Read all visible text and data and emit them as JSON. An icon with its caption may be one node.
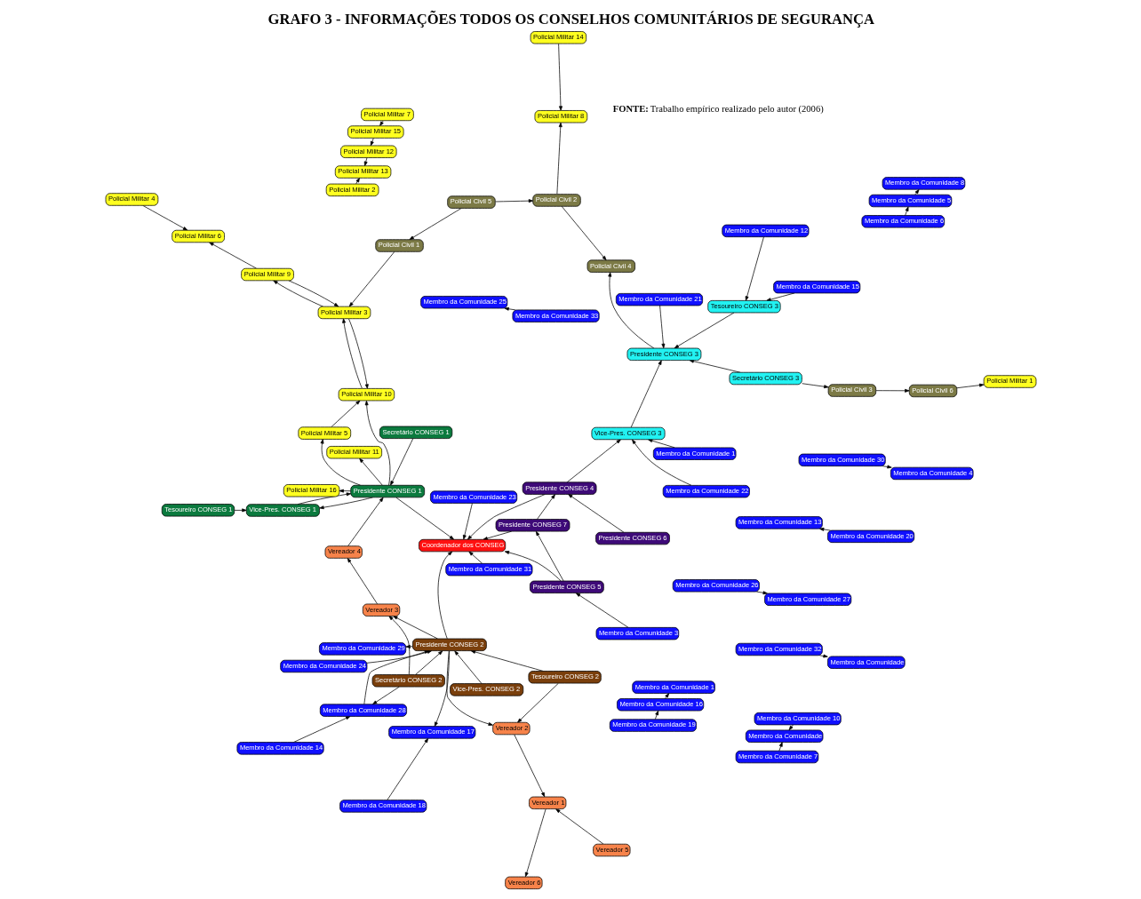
{
  "diagram": {
    "title": "GRAFO 3 - INFORMAÇÕES TODOS OS CONSELHOS COMUNITÁRIOS DE SEGURANÇA",
    "caption": "**FONTE:** Trabalho empírico realizado pelo autor (2006)",
    "nodes": [
      {
        "text": [
          "Presidente CONSEG 2"
        ]
      },
      {
        "text": [
          "Tesoureiro CONSEG 2"
        ]
      },
      {
        "text": [
          "Vice-Pres. CONSEG 2"
        ]
      },
      {
        "text": [
          "Secretário CONSEG 2"
        ]
      },
      {
        "text": [
          "Vereador 5"
        ]
      },
      {
        "text": [
          "Vereador 1"
        ]
      },
      {
        "text": [
          "Vereador 6"
        ]
      },
      {
        "text": [
          "Vereador 2"
        ]
      },
      {
        "text": [
          "Vereador 3"
        ]
      },
      {
        "text": [
          "Vereador 4"
        ]
      },
      {
        "text": [
          "Tesoureiro CONSEG 1"
        ]
      },
      {
        "text": [
          "Vice-Pres. CONSEG 1"
        ]
      },
      {
        "text": [
          "Secretário CONSEG 1"
        ]
      },
      {
        "text": [
          "Presidente CONSEG 1"
        ]
      },
      {
        "text": [
          "Membro da Comunidade 29"
        ]
      },
      {
        "text": [
          "Membro da Comunidade 28"
        ]
      },
      {
        "text": [
          "Membro da Comunidade 17"
        ]
      },
      {
        "text": [
          "Membro da Comunidade 14"
        ]
      },
      {
        "text": [
          "Membro da Comunidade 18"
        ]
      },
      {
        "text": [
          "Membro da Comunidade 24"
        ]
      },
      {
        "text": [
          "Membro da Comunidade 23"
        ]
      },
      {
        "text": [
          "Coordenador dos CONSEG"
        ]
      },
      {
        "text": [
          "Membro da Comunidade 26"
        ]
      },
      {
        "text": [
          "Membro da Comunidade 31"
        ]
      },
      {
        "text": [
          "Policial Militar 11"
        ]
      },
      {
        "text": [
          "Policial Militar 16"
        ]
      },
      {
        "text": [
          "Policial Militar 2"
        ]
      },
      {
        "text": [
          "Membro da Comunidade 27"
        ]
      },
      {
        "text": [
          "Membro da Comunidade 3"
        ]
      },
      {
        "text": [
          "Membro da Comunidade 32"
        ]
      },
      {
        "text": [
          "Presidente CONSEG 5"
        ]
      },
      {
        "text": [
          "Policial Militar 13"
        ]
      },
      {
        "text": [
          "Membro da Comunidade 13"
        ]
      },
      {
        "text": [
          "Membro da Comunidade 20"
        ]
      },
      {
        "text": [
          "Policial Militar 5"
        ]
      },
      {
        "text": [
          "Membro da Comunidade"
        ]
      },
      {
        "text": [
          "Presidente CONSEG 7"
        ]
      },
      {
        "text": [
          "Membro da Comunidade 30"
        ]
      },
      {
        "text": [
          "Policial Militar 12"
        ]
      },
      {
        "text": [
          "Membro da Comunidade 25"
        ]
      },
      {
        "text": [
          "Presidente CONSEG 4"
        ]
      },
      {
        "text": [
          "Policial Militar 10"
        ]
      },
      {
        "text": [
          "Membro da Comunidade 4"
        ]
      },
      {
        "text": [
          "Membro da Comunidade 33"
        ]
      },
      {
        "text": [
          "Policial Militar 15"
        ]
      },
      {
        "text": [
          "Presidente CONSEG 6"
        ]
      },
      {
        "text": [
          "Policial Militar 3"
        ]
      },
      {
        "text": [
          "Policial Militar 7"
        ]
      },
      {
        "text": [
          "Membro da Comunidade 16"
        ]
      },
      {
        "text": [
          "Membro da Comunidade 1"
        ]
      },
      {
        "text": [
          "Membro da Comunidade 1"
        ]
      },
      {
        "text": [
          "Membro da Comunidade 22"
        ]
      },
      {
        "text": [
          "Vice-Pres. CONSEG 3"
        ]
      },
      {
        "text": [
          "Policial Militar 9"
        ]
      },
      {
        "text": [
          "Policial Civil 1"
        ]
      },
      {
        "text": [
          "Membro da Comunidade 12"
        ]
      },
      {
        "text": [
          "Membro da Comunidade 19"
        ]
      },
      {
        "text": [
          "Membro da Comunidade 21"
        ]
      },
      {
        "text": [
          "Secretário CONSEG 3"
        ]
      },
      {
        "text": [
          "Policial Militar 6"
        ]
      },
      {
        "text": [
          "Policial Militar 4"
        ]
      },
      {
        "text": [
          "Policial Civil 3"
        ]
      },
      {
        "text": [
          "Membro da Comunidade 15"
        ]
      },
      {
        "text": [
          "Tesoureiro CONSEG 3"
        ]
      },
      {
        "text": [
          "Policial Civil 6"
        ]
      },
      {
        "text": [
          "Policial Civil 5"
        ]
      },
      {
        "text": [
          "Membro da Comunidade 5"
        ]
      },
      {
        "text": [
          "Membro da Comunidade 8"
        ]
      },
      {
        "text": [
          "Policial Militar 14"
        ]
      },
      {
        "text": [
          "Membro da Comunidade"
        ]
      },
      {
        "text": [
          "Membro da Comunidade 6"
        ]
      },
      {
        "text": [
          "Policial Civil 2"
        ]
      },
      {
        "text": [
          "Presidente CONSEG 3"
        ]
      },
      {
        "text": [
          "Policial Militar 8"
        ]
      },
      {
        "text": [
          "Membro da Comunidade 10"
        ]
      },
      {
        "text": [
          "Membro da Comunidade 7"
        ]
      },
      {
        "text": [
          "Policial Civil 4"
        ]
      },
      {
        "text": [
          "Policial Militar 1"
        ]
      }
    ],
    "edges": [
      {
        "from": 4,
        "to": 5,
        "arrow": "to"
      },
      {
        "from": 5,
        "to": 6,
        "arrow": "to"
      },
      {
        "from": 7,
        "to": 5,
        "arrow": "to"
      },
      {
        "from": 8,
        "to": 9,
        "arrow": "to"
      },
      {
        "from": 10,
        "to": 11,
        "arrow": "to"
      },
      {
        "from": 11,
        "to": 13,
        "arrow": "to"
      },
      {
        "from": 12,
        "to": 13,
        "arrow": "to"
      },
      {
        "from": 13,
        "to": 11,
        "arrow": "to"
      },
      {
        "from": 1,
        "to": 7,
        "arrow": "to"
      },
      {
        "from": 0,
        "to": 7,
        "arrow": "to"
      },
      {
        "from": 0,
        "to": 8,
        "arrow": "to"
      },
      {
        "from": 3,
        "to": 8,
        "arrow": "to"
      },
      {
        "from": 2,
        "to": 0,
        "arrow": "to"
      },
      {
        "from": 3,
        "to": 0,
        "arrow": "to"
      },
      {
        "from": 1,
        "to": 0,
        "arrow": "to"
      },
      {
        "from": 0,
        "to": 14,
        "arrow": "to"
      },
      {
        "from": 0,
        "to": 16,
        "arrow": "to"
      },
      {
        "from": 15,
        "to": 0,
        "arrow": "to"
      },
      {
        "from": 3,
        "to": 15,
        "arrow": "to"
      },
      {
        "from": 13,
        "to": 21,
        "arrow": "to"
      },
      {
        "from": 0,
        "to": 21,
        "arrow": "to"
      },
      {
        "from": 30,
        "to": 21,
        "arrow": "to"
      },
      {
        "from": 36,
        "to": 21,
        "arrow": "to"
      },
      {
        "from": 40,
        "to": 21,
        "arrow": "to"
      },
      {
        "from": 13,
        "to": 25,
        "arrow": "to"
      },
      {
        "from": 13,
        "to": 41,
        "arrow": "to"
      },
      {
        "from": 13,
        "to": 34,
        "arrow": "to"
      },
      {
        "from": 13,
        "to": 24,
        "arrow": "to"
      },
      {
        "from": 26,
        "to": 31,
        "arrow": "to"
      },
      {
        "from": 38,
        "to": 31,
        "arrow": "to"
      },
      {
        "from": 44,
        "to": 38,
        "arrow": "to"
      },
      {
        "from": 41,
        "to": 46,
        "arrow": "to"
      },
      {
        "from": 46,
        "to": 41,
        "arrow": "to"
      },
      {
        "from": 34,
        "to": 41,
        "arrow": "to"
      },
      {
        "from": 53,
        "to": 46,
        "arrow": "to"
      },
      {
        "from": 46,
        "to": 53,
        "arrow": "to"
      },
      {
        "from": 53,
        "to": 59,
        "arrow": "to"
      },
      {
        "from": 54,
        "to": 46,
        "arrow": "to"
      },
      {
        "from": 65,
        "to": 71,
        "arrow": "to"
      },
      {
        "from": 71,
        "to": 76,
        "arrow": "to"
      },
      {
        "from": 72,
        "to": 76,
        "arrow": "to"
      },
      {
        "from": 61,
        "to": 64,
        "arrow": "to"
      },
      {
        "from": 64,
        "to": 77,
        "arrow": "to"
      },
      {
        "from": 71,
        "to": 73,
        "arrow": "to"
      },
      {
        "from": 63,
        "to": 72,
        "arrow": "to"
      },
      {
        "from": 58,
        "to": 72,
        "arrow": "to"
      },
      {
        "from": 52,
        "to": 72,
        "arrow": "to"
      },
      {
        "from": 51,
        "to": 52,
        "arrow": "to"
      },
      {
        "from": 57,
        "to": 72,
        "arrow": "to"
      },
      {
        "from": 62,
        "to": 63,
        "arrow": "to"
      },
      {
        "from": 40,
        "to": 52,
        "arrow": "to"
      },
      {
        "from": 45,
        "to": 40,
        "arrow": "to"
      },
      {
        "from": 36,
        "to": 40,
        "arrow": "to"
      },
      {
        "from": 30,
        "to": 36,
        "arrow": "to"
      },
      {
        "from": 28,
        "to": 30,
        "arrow": "to"
      },
      {
        "from": 9,
        "to": 13,
        "arrow": "to"
      },
      {
        "from": 48,
        "to": 50,
        "arrow": "to"
      },
      {
        "from": 75,
        "to": 69,
        "arrow": "to"
      },
      {
        "from": 58,
        "to": 61,
        "arrow": "to"
      },
      {
        "from": 65,
        "to": 54,
        "arrow": "to"
      },
      {
        "from": 20,
        "to": 21,
        "arrow": "to"
      },
      {
        "from": 18,
        "to": 16,
        "arrow": "to"
      },
      {
        "from": 17,
        "to": 15,
        "arrow": "to"
      },
      {
        "from": 22,
        "to": 27,
        "arrow": "to"
      },
      {
        "from": 43,
        "to": 39,
        "arrow": "to"
      },
      {
        "from": 56,
        "to": 48,
        "arrow": "to"
      },
      {
        "from": 66,
        "to": 67,
        "arrow": "to"
      },
      {
        "from": 70,
        "to": 66,
        "arrow": "to"
      },
      {
        "from": 19,
        "to": 0,
        "arrow": "to"
      },
      {
        "from": 23,
        "to": 21,
        "arrow": "to"
      },
      {
        "from": 33,
        "to": 32,
        "arrow": "to"
      },
      {
        "from": 29,
        "to": 35,
        "arrow": "to"
      },
      {
        "from": 37,
        "to": 42,
        "arrow": "to"
      },
      {
        "from": 49,
        "to": 52,
        "arrow": "to"
      },
      {
        "from": 55,
        "to": 63,
        "arrow": "to"
      },
      {
        "from": 60,
        "to": 59,
        "arrow": "to"
      },
      {
        "from": 68,
        "to": 73,
        "arrow": "to"
      },
      {
        "from": 47,
        "to": 44,
        "arrow": "to"
      },
      {
        "from": 74,
        "to": 69,
        "arrow": "to"
      }
    ]
  }
}
